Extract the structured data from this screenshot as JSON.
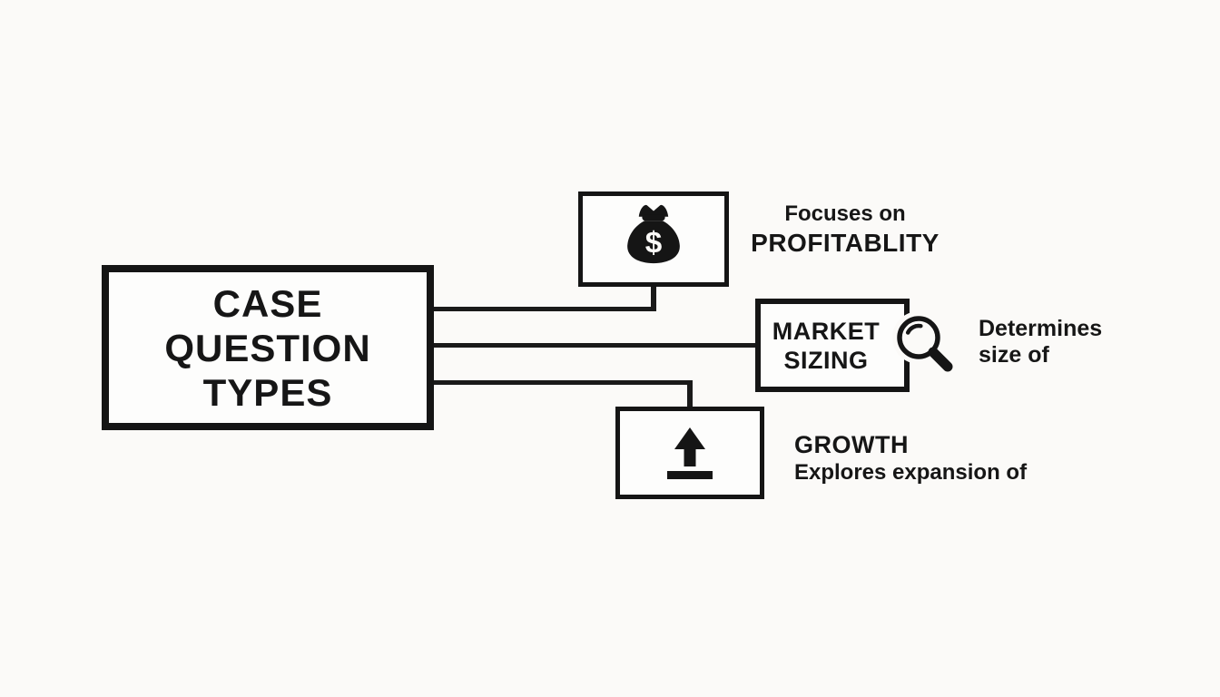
{
  "colors": {
    "ink": "#161616",
    "line": "#1a1a1a",
    "background": "#fbfaf8"
  },
  "root_box": {
    "lines": [
      "CASE",
      "QUESTION",
      "TYPES"
    ]
  },
  "branches": {
    "profitability": {
      "icon": "money-bag-icon",
      "icon_glyph": "$",
      "label_lines": [
        "Focuses on",
        "PROFITABLITY"
      ]
    },
    "market_sizing": {
      "box_lines": [
        "MARKET",
        "SIZING"
      ],
      "icon": "magnifier-icon",
      "label_lines": [
        "Determines",
        "size of"
      ]
    },
    "growth": {
      "icon": "up-arrow-icon",
      "label_lines": [
        "GROWTH",
        "Explores expansion of"
      ]
    }
  }
}
